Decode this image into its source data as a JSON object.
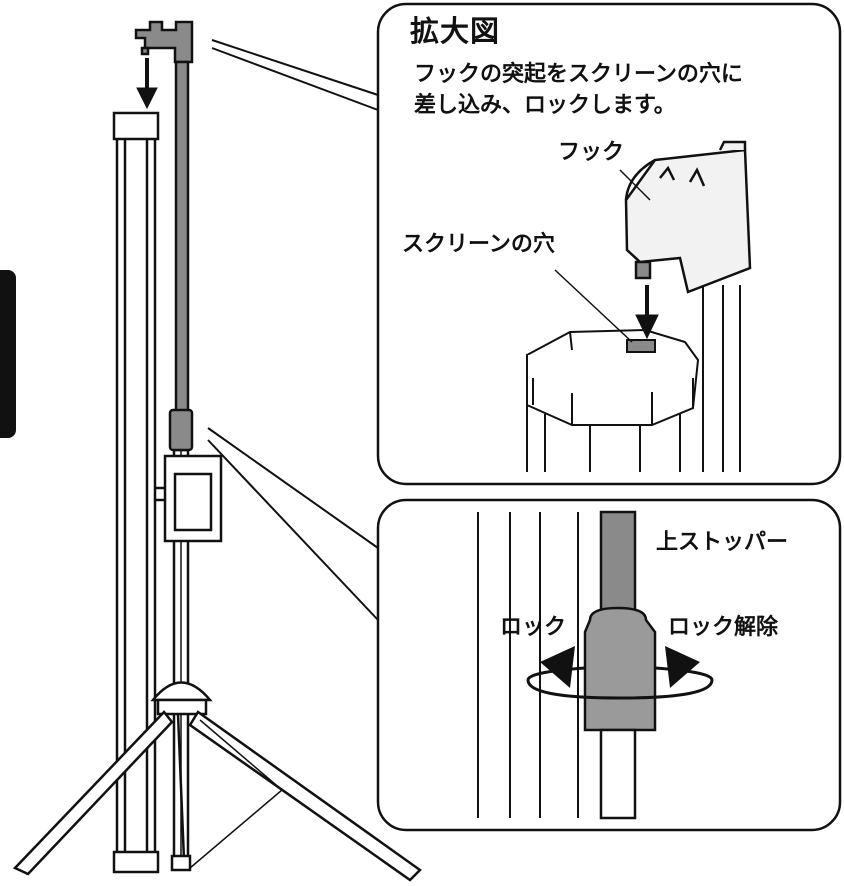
{
  "detail": {
    "title": "拡大図",
    "line1": "フックの突起をスクリーンの穴に",
    "line2": "差し込み、ロックします。",
    "hook_label": "フック",
    "hole_label": "スクリーンの穴"
  },
  "stopper": {
    "name_label": "上ストッパー",
    "lock_label": "ロック",
    "unlock_label": "ロック解除"
  },
  "colors": {
    "line": "#111111",
    "metal_gray": "#8a8a8a",
    "stopper_gray": "#9a9a9a",
    "hook_light": "#f2f2f2"
  }
}
